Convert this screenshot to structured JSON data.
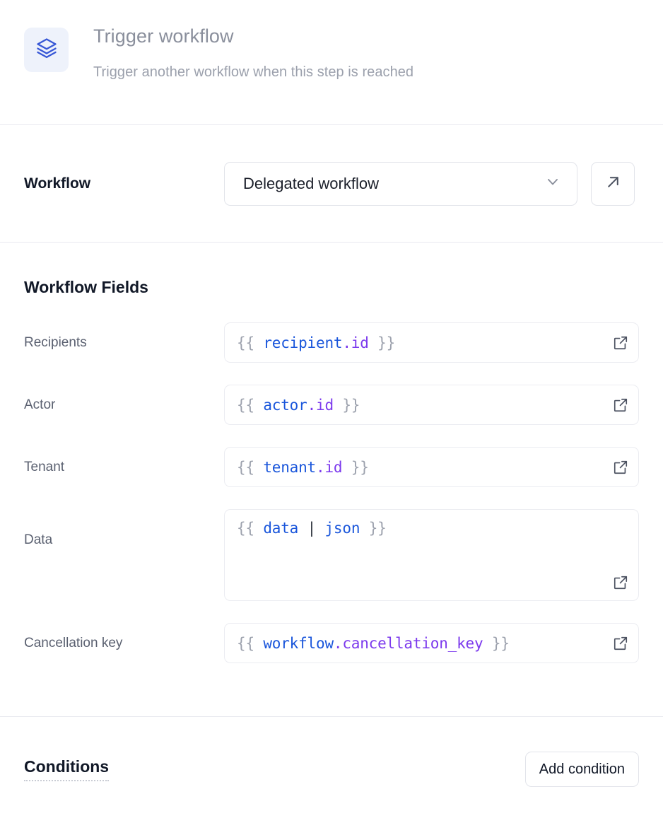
{
  "header": {
    "icon": "layers-stack-icon",
    "title": "Trigger workflow",
    "subtitle": "Trigger another workflow when this step is reached",
    "icon_color": "#3858d6",
    "icon_bg": "#eef2fb"
  },
  "workflow_section": {
    "label": "Workflow",
    "select": {
      "value": "Delegated workflow",
      "chevron_icon": "chevron-down-icon"
    },
    "open_button": {
      "icon": "arrow-up-right-icon"
    }
  },
  "fields_section": {
    "title": "Workflow Fields",
    "expand_icon": "external-link-icon",
    "fields": [
      {
        "label": "Recipients",
        "multiline": false,
        "tokens": [
          {
            "text": "{{ ",
            "kind": "punc"
          },
          {
            "text": "recipient",
            "kind": "obj"
          },
          {
            "text": ".id",
            "kind": "prop"
          },
          {
            "text": " }}",
            "kind": "punc"
          }
        ],
        "raw": "{{ recipient.id }}"
      },
      {
        "label": "Actor",
        "multiline": false,
        "tokens": [
          {
            "text": "{{ ",
            "kind": "punc"
          },
          {
            "text": "actor",
            "kind": "obj"
          },
          {
            "text": ".id",
            "kind": "prop"
          },
          {
            "text": " }}",
            "kind": "punc"
          }
        ],
        "raw": "{{ actor.id }}"
      },
      {
        "label": "Tenant",
        "multiline": false,
        "tokens": [
          {
            "text": "{{ ",
            "kind": "punc"
          },
          {
            "text": "tenant",
            "kind": "obj"
          },
          {
            "text": ".id",
            "kind": "prop"
          },
          {
            "text": " }}",
            "kind": "punc"
          }
        ],
        "raw": "{{ tenant.id }}"
      },
      {
        "label": "Data",
        "multiline": true,
        "tokens": [
          {
            "text": "{{ ",
            "kind": "punc"
          },
          {
            "text": "data",
            "kind": "obj"
          },
          {
            "text": " ",
            "kind": "punc"
          },
          {
            "text": "|",
            "kind": "pipe"
          },
          {
            "text": " ",
            "kind": "punc"
          },
          {
            "text": "json",
            "kind": "filt"
          },
          {
            "text": " }}",
            "kind": "punc"
          }
        ],
        "raw": "{{ data | json }}"
      },
      {
        "label": "Cancellation key",
        "multiline": false,
        "tokens": [
          {
            "text": "{{ ",
            "kind": "punc"
          },
          {
            "text": "workflow",
            "kind": "obj"
          },
          {
            "text": ".cancellation_key",
            "kind": "prop"
          },
          {
            "text": " }}",
            "kind": "punc"
          }
        ],
        "raw": "{{ workflow.cancellation_key }}"
      }
    ]
  },
  "conditions_section": {
    "title": "Conditions",
    "add_button_label": "Add condition"
  },
  "colors": {
    "divider": "#e8e9ef",
    "border": "#e2e4ea",
    "input_border": "#ebecf1",
    "label_text": "#5a6070",
    "heading_text": "#111827",
    "muted_title": "#8a8f9c",
    "token_object": "#1a56db",
    "token_property": "#7c3aed",
    "token_punctuation": "#9ca1ad"
  }
}
